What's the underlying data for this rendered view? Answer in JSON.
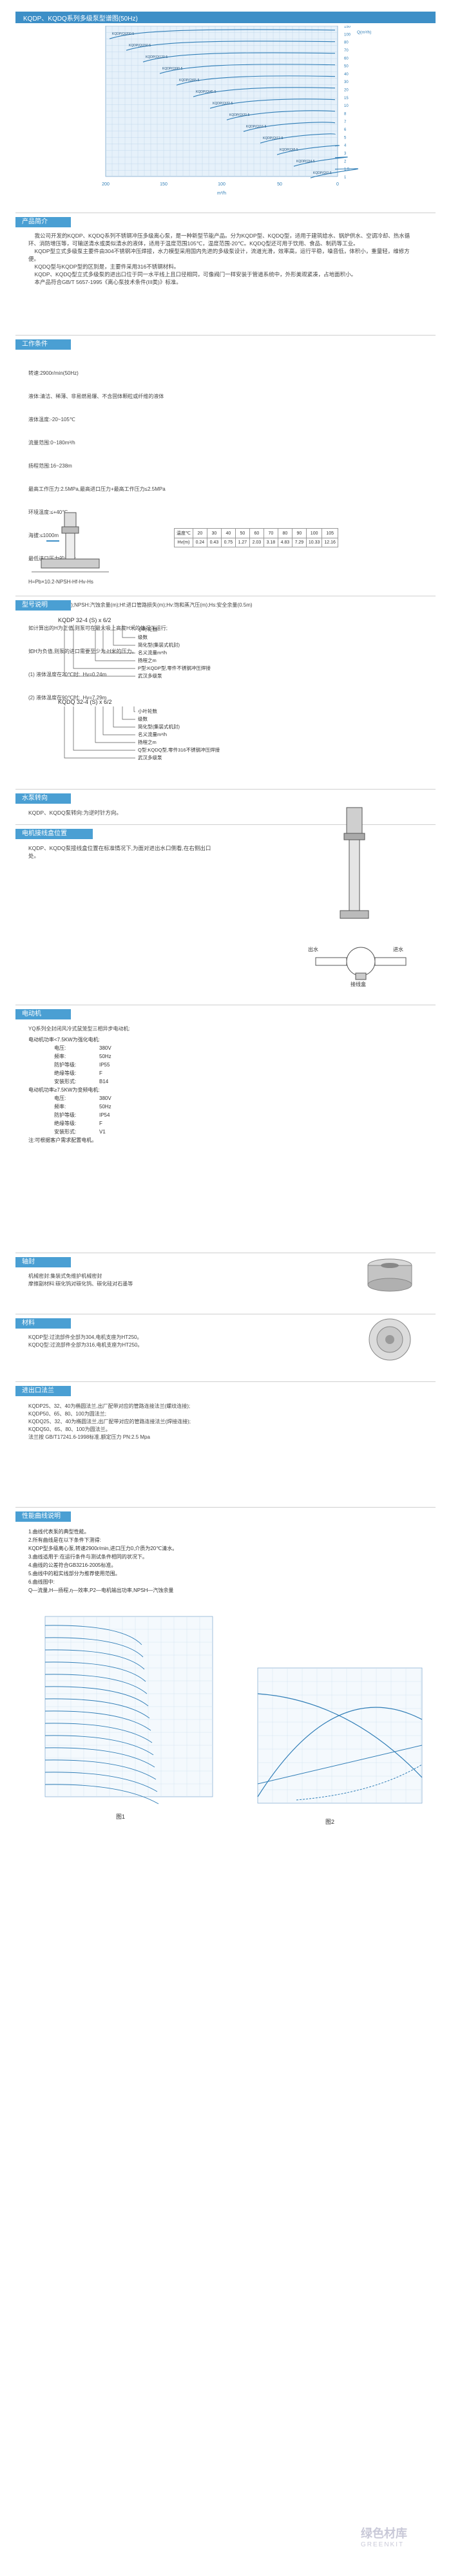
{
  "header": {
    "title": "KQDP、KQDQ系列多级泵型谱图(50Hz)"
  },
  "type_chart": {
    "x_ticks": [
      "200",
      "150",
      "100",
      "50",
      "0"
    ],
    "x_axis_label": "m³/h",
    "y_right_ticks": [
      "1",
      "1.5",
      "2",
      "3",
      "4",
      "5",
      "6",
      "7",
      "8",
      "10",
      "15",
      "20",
      "30",
      "40",
      "50",
      "60",
      "70",
      "80",
      "100",
      "150"
    ],
    "y_right_label": "Q(m³/h)",
    "series_labels": [
      "KQDP(Q)200-5",
      "KQDP(Q)150-5",
      "KQDP(Q)120-5",
      "KQDP(Q)90-5",
      "KQDP(Q)65-5",
      "KQDP(Q)45-5",
      "KQDP(Q)32-5",
      "KQDP(Q)20-5",
      "KQDP(Q)16-5",
      "KQDP(Q)12-5",
      "KQDP(Q)8-5",
      "KQDP(Q)4-5",
      "KQDP(Q)2-5"
    ]
  },
  "s1": {
    "title": "产品简介",
    "text": "    我公司开发的KQDP、KQDQ系列不锈钢冲压多级离心泵，是一种新型节能产品。分为KQDP型、KQDQ型，适用于建筑给水、锅炉供水、空调冷却、热水循环、消防增压等，可输送清水或类似清水的液体，适用于温度范围105℃，温度范围-20℃。KQDQ型还可用于饮用、食品、制药等工业。\n    KQDP型立式多级泵主要件由304不锈钢冲压焊接，水力模型采用国内先进的多级泵设计，流道光滑，效率高，运行平稳，噪音低，体积小，重量轻，维修方便。\n    KQDQ型与KQDP型的区别是，主要件采用316不锈钢材料。\n    KQDP、KQDQ型立式多级泵的进出口位于同一水平线上且口径相同，可像阀门一样安装于管道系统中，外形美观紧凑，占地面积小。\n    本产品符合GB/T 5657-1995《离心泵技术条件(III类)》标准。"
  },
  "s2": {
    "title": "工作条件",
    "lines": [
      "转速:2900r/min(50Hz)",
      "液体:清洁、稀薄、非易燃易爆、不含固体颗粒或纤维的液体",
      "液体温度:-20~105℃",
      "流量范围:0~180m³/h",
      "扬程范围:16~238m",
      "最高工作压力:2.5MPa,最高进口压力+最高工作压力≤2.5MPa",
      "环境温度:≤+40℃",
      "海拔:≤1000m",
      "最低进口压力的计算:",
      "H=Pb×10.2-NPSH-Hf-Hv-Hs",
      "Pb:当地大气压(bar);NPSH:汽蚀余量(m);Hf:进口管路损失(m);Hv:饱和蒸汽压(m);Hs:安全余量(0.5m)",
      "如计算出的H为正值,则泵可在最大吸上高度H米的情况下运行;",
      "如H为负值,则泵的进口需要至少为-H米的压力。"
    ],
    "cases": [
      "(1) 液体温度在20℃时:  Hv=0.24m",
      "(2) 液体温度在90℃时:  Hv=7.29m"
    ],
    "table_headers": [
      "温度℃",
      "20",
      "30",
      "40",
      "50",
      "60",
      "70",
      "80",
      "90",
      "100",
      "105"
    ],
    "table_values": [
      "Hv(m)",
      "0.24",
      "0.43",
      "0.75",
      "1.27",
      "2.03",
      "3.18",
      "4.83",
      "7.29",
      "10.33",
      "12.16"
    ]
  },
  "s3": {
    "title": "型号说明",
    "model1": "KQDP 32-4 (S) x 6/2",
    "legend1": [
      "小叶轮数",
      "级数",
      "简化型(集装式机封)",
      "名义流量m³/h",
      "扬程之m",
      "P型:KQDP型,零件不锈钢冲压焊接",
      "武汉多级泵"
    ],
    "model2": "KQDQ 32-4 (S) x 6/2",
    "legend2": [
      "小叶轮数",
      "级数",
      "简化型(集装式机封)",
      "名义流量m³/h",
      "扬程之m",
      "Q型:KQDQ型,零件316不锈钢冲压焊接",
      "武汉多级泵"
    ]
  },
  "s4": {
    "title": "水泵转向",
    "text": "KQDP、KQDQ泵转向:为逆时针方向。"
  },
  "s5": {
    "title": "电机接线盒位置",
    "text": "KQDP、KQDQ泵接线盒位置在标准情况下,为面对进出水口侧看,在右侧出口处。",
    "labels": [
      "出水",
      "进水",
      "接线盒"
    ]
  },
  "s6": {
    "title": "电动机",
    "intro": "YQ系列全封闭风冷式鼠笼型三相异步电动机:",
    "lines": [
      "电动机功率<7.5KW为强化电机:",
      "电压:",
      "380V",
      "频率:",
      "50Hz",
      "防护等级:",
      "IP55",
      "绝缘等级:",
      "F",
      "安装形式:",
      "B14",
      "电动机功率≥7.5KW为变频电机:",
      "电压:",
      "380V",
      "频率:",
      "50Hz",
      "防护等级:",
      "IP54",
      "绝缘等级:",
      "F",
      "安装形式:",
      "V1",
      "注:可根据客户需求配置电机。"
    ]
  },
  "s7": {
    "title": "轴封",
    "text": "机械密封:集装式免维护机械密封\n摩擦副材料:碳化钨对碳化钨、碳化硅对石墨等"
  },
  "s8": {
    "title": "材料",
    "text": "KQDP型:过流部件全部为304,电机支座为HT250。\nKQDQ型:过流部件全部为316,电机支座为HT250。"
  },
  "s9": {
    "title": "进出口法兰",
    "text": "KQDP25、32、40为椭圆法兰,出厂配带对应的管路连接法兰(螺纹连接);\nKQDP50、65、80、100为圆法兰;\nKQDQ25、32、40为椭圆法兰,出厂配带对应的管路连接法兰(焊接连接);\nKQDQ50、65、80、100为圆法兰。\n法兰按 GB/T17241.6-1998标准,额定压力 PN:2.5 Mpa"
  },
  "s10": {
    "title": "性能曲线说明",
    "lines": [
      "1.曲线代表泵的典型性能。",
      "2.所有曲线是在以下条件下测得:",
      "  KQDP型多级离心泵,转速2900r/min,进口压力0,介质为20℃清水。",
      "3.曲线适用于:在运行条件与测试条件相同的状况下。",
      "4.曲线的公差符合GB3216-2005标准。",
      "5.曲线中的粗实线部分为推荐使用范围。",
      "6.曲线图中:",
      "  Q—流量,H—扬程,η—效率,P2—电机输出功率,NPSH—汽蚀余量"
    ],
    "fig1_label": "图1",
    "fig2_label": "图2"
  },
  "watermark": {
    "text1": "绿色材库",
    "text2": "GREENKIT"
  }
}
